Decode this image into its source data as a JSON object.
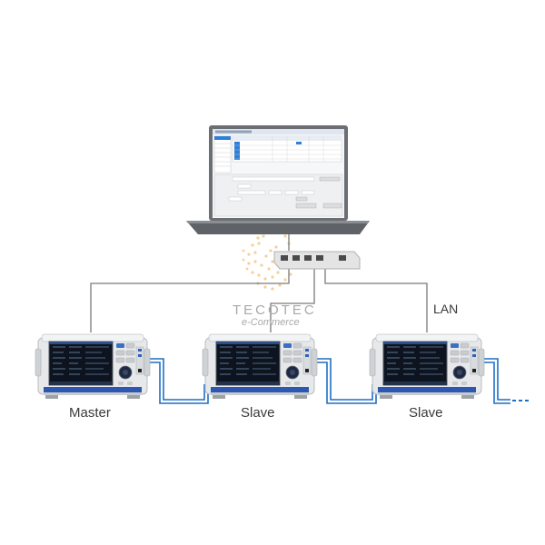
{
  "labels": {
    "master": "Master",
    "slave_1": "Slave",
    "slave_2": "Slave",
    "network": "LAN"
  },
  "watermark": {
    "name": "TECOTEC",
    "sub": "e-Commerce"
  },
  "colors": {
    "cable_blue": "#1f6fc4",
    "lan_line": "#7a7a7a",
    "device_body": "#e6e8ea",
    "device_accent": "#2d57b0",
    "screen": "#0d1420",
    "laptop_body": "#6b6f74",
    "watermark": "#f2a94a"
  }
}
